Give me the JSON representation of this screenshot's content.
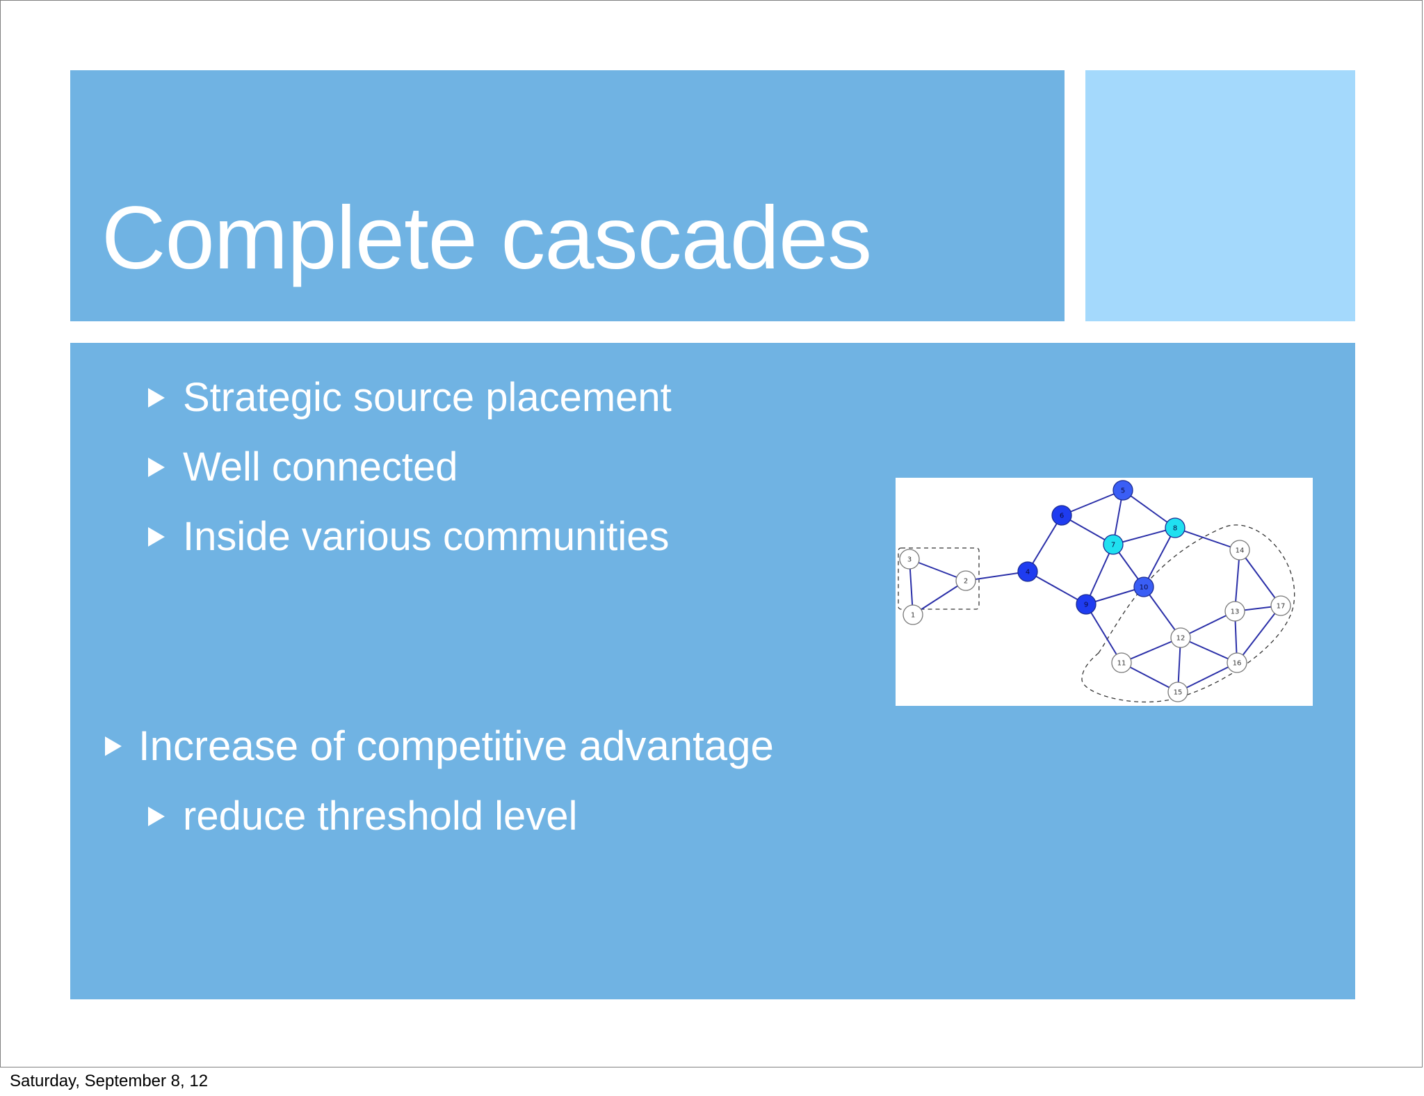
{
  "slide": {
    "title": "Complete cascades",
    "bullets": [
      {
        "level": 2,
        "text": "Strategic source placement"
      },
      {
        "level": 2,
        "text": "Well connected"
      },
      {
        "level": 2,
        "text": "Inside various communities"
      },
      {
        "level": 1,
        "text": "Increase of competitive advantage"
      },
      {
        "level": 2,
        "text": "reduce threshold level"
      }
    ],
    "footer": "Saturday, September 8, 12"
  },
  "graph": {
    "colors": {
      "edge": "#2a2fa8",
      "node_white": "#ffffff",
      "node_blue": "#1f3cf0",
      "node_medium_blue": "#3a5ef5",
      "node_cyan": "#20e0f0",
      "dashed": "#333333"
    },
    "nodes": [
      {
        "id": "1",
        "label": "1",
        "fill": "node_white"
      },
      {
        "id": "2",
        "label": "2",
        "fill": "node_white"
      },
      {
        "id": "3",
        "label": "3",
        "fill": "node_white"
      },
      {
        "id": "4",
        "label": "4",
        "fill": "node_blue"
      },
      {
        "id": "5",
        "label": "5",
        "fill": "node_medium_blue"
      },
      {
        "id": "6",
        "label": "6",
        "fill": "node_blue"
      },
      {
        "id": "7",
        "label": "7",
        "fill": "node_cyan"
      },
      {
        "id": "8",
        "label": "8",
        "fill": "node_cyan"
      },
      {
        "id": "9",
        "label": "9",
        "fill": "node_blue"
      },
      {
        "id": "10",
        "label": "10",
        "fill": "node_medium_blue"
      },
      {
        "id": "11",
        "label": "11",
        "fill": "node_white"
      },
      {
        "id": "12",
        "label": "12",
        "fill": "node_white"
      },
      {
        "id": "13",
        "label": "13",
        "fill": "node_white"
      },
      {
        "id": "14",
        "label": "14",
        "fill": "node_white"
      },
      {
        "id": "15",
        "label": "15",
        "fill": "node_white"
      },
      {
        "id": "16",
        "label": "16",
        "fill": "node_white"
      },
      {
        "id": "17",
        "label": "17",
        "fill": "node_white"
      }
    ],
    "edges": [
      [
        "1",
        "2"
      ],
      [
        "1",
        "3"
      ],
      [
        "2",
        "3"
      ],
      [
        "2",
        "4"
      ],
      [
        "4",
        "6"
      ],
      [
        "4",
        "9"
      ],
      [
        "6",
        "5"
      ],
      [
        "6",
        "7"
      ],
      [
        "5",
        "7"
      ],
      [
        "5",
        "8"
      ],
      [
        "7",
        "8"
      ],
      [
        "7",
        "9"
      ],
      [
        "7",
        "10"
      ],
      [
        "8",
        "10"
      ],
      [
        "8",
        "14"
      ],
      [
        "9",
        "10"
      ],
      [
        "9",
        "11"
      ],
      [
        "10",
        "12"
      ],
      [
        "11",
        "12"
      ],
      [
        "11",
        "15"
      ],
      [
        "12",
        "15"
      ],
      [
        "12",
        "13"
      ],
      [
        "12",
        "16"
      ],
      [
        "13",
        "14"
      ],
      [
        "13",
        "16"
      ],
      [
        "13",
        "17"
      ],
      [
        "14",
        "17"
      ],
      [
        "15",
        "16"
      ],
      [
        "16",
        "17"
      ]
    ]
  }
}
